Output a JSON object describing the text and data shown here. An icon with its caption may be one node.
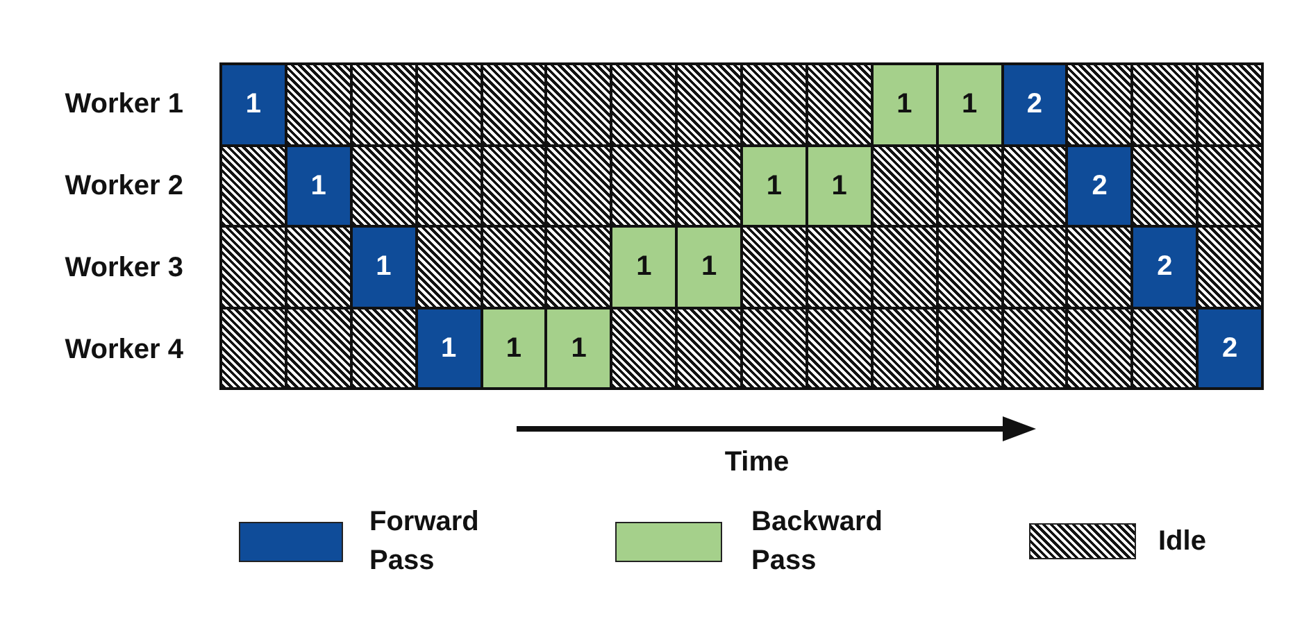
{
  "diagram": {
    "nodes": [
      {
        "text": [
          "1"
        ]
      },
      {
        "text": [],
        "shape": "box"
      },
      {
        "text": [],
        "shape": "box"
      },
      {
        "text": [],
        "shape": "box"
      },
      {
        "text": [],
        "shape": "box"
      },
      {
        "text": [],
        "shape": "box"
      },
      {
        "text": [],
        "shape": "box"
      },
      {
        "text": [],
        "shape": "box"
      },
      {
        "text": [],
        "shape": "box"
      },
      {
        "text": [],
        "shape": "box"
      },
      {
        "text": [
          "1"
        ]
      },
      {
        "text": [
          "1"
        ]
      },
      {
        "text": [
          "2"
        ]
      },
      {
        "text": [],
        "shape": "box"
      },
      {
        "text": [],
        "shape": "box"
      },
      {
        "text": [],
        "shape": "box"
      },
      {
        "text": [],
        "shape": "box"
      },
      {
        "text": [
          "1"
        ]
      },
      {
        "text": [],
        "shape": "box"
      },
      {
        "text": [],
        "shape": "box"
      },
      {
        "text": [],
        "shape": "box"
      },
      {
        "text": [],
        "shape": "box"
      },
      {
        "text": [],
        "shape": "box"
      },
      {
        "text": [],
        "shape": "box"
      },
      {
        "text": [
          "1"
        ]
      },
      {
        "text": [
          "1"
        ]
      },
      {
        "text": [],
        "shape": "box"
      },
      {
        "text": [],
        "shape": "box"
      },
      {
        "text": [],
        "shape": "box"
      },
      {
        "text": [
          "2"
        ]
      },
      {
        "text": [],
        "shape": "box"
      },
      {
        "text": [],
        "shape": "box"
      },
      {
        "text": [],
        "shape": "box"
      },
      {
        "text": [],
        "shape": "box"
      },
      {
        "text": [
          "1"
        ]
      },
      {
        "text": [],
        "shape": "box"
      },
      {
        "text": [],
        "shape": "box"
      },
      {
        "text": [],
        "shape": "box"
      },
      {
        "text": [
          "1"
        ]
      },
      {
        "text": [
          "1"
        ]
      },
      {
        "text": [],
        "shape": "box"
      },
      {
        "text": [],
        "shape": "box"
      },
      {
        "text": [],
        "shape": "box"
      },
      {
        "text": [],
        "shape": "box"
      },
      {
        "text": [],
        "shape": "box"
      },
      {
        "text": [],
        "shape": "box"
      },
      {
        "text": [
          "2"
        ]
      },
      {
        "text": [],
        "shape": "box"
      },
      {
        "text": [],
        "shape": "box"
      },
      {
        "text": [],
        "shape": "box"
      },
      {
        "text": [],
        "shape": "box"
      },
      {
        "text": [
          "1"
        ]
      },
      {
        "text": [
          "1"
        ]
      },
      {
        "text": [
          "1"
        ]
      },
      {
        "text": [],
        "shape": "box"
      },
      {
        "text": [],
        "shape": "box"
      },
      {
        "text": [],
        "shape": "box"
      },
      {
        "text": [],
        "shape": "box"
      },
      {
        "text": [],
        "shape": "box"
      },
      {
        "text": [],
        "shape": "box"
      },
      {
        "text": [],
        "shape": "box"
      },
      {
        "text": [],
        "shape": "box"
      },
      {
        "text": [],
        "shape": "box"
      },
      {
        "text": [
          "2"
        ]
      }
    ],
    "labels": [
      "Worker 1",
      "Worker 2",
      "Worker 3",
      "Worker 4",
      "Time"
    ],
    "legend": [
      {
        "text": "Forward Pass",
        "color": "#0f4c99"
      },
      {
        "text": "Backward Pass",
        "color": "#a5d08b"
      },
      {
        "text": "Idle"
      }
    ]
  }
}
